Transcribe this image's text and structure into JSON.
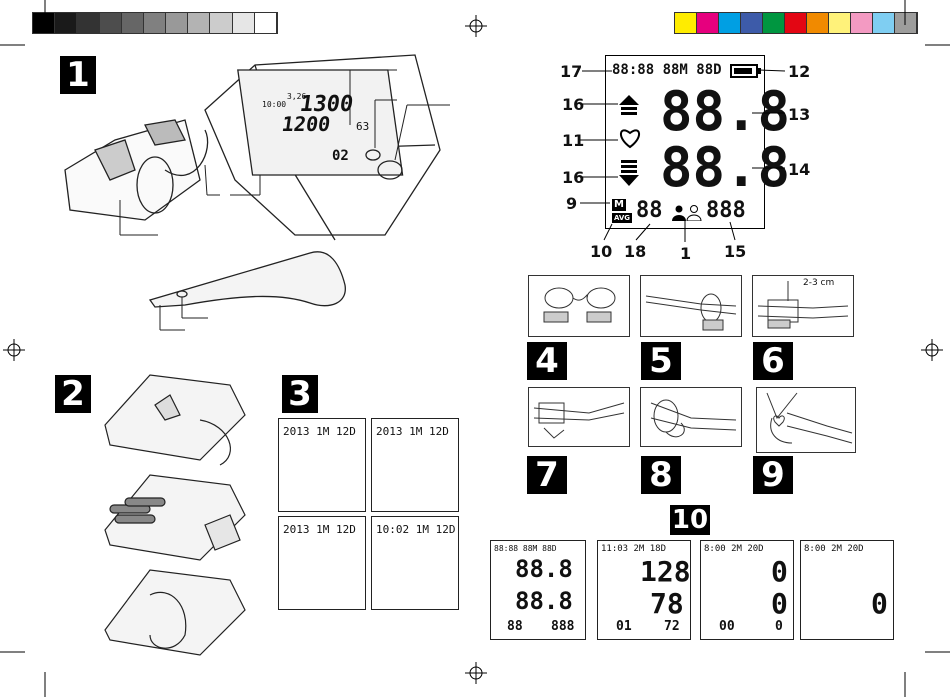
{
  "color_bar_left": [
    "#000000",
    "#1a1a1a",
    "#333333",
    "#4d4d4d",
    "#666666",
    "#808080",
    "#999999",
    "#b3b3b3",
    "#cccccc",
    "#e6e6e6",
    "#ffffff"
  ],
  "color_bar_right": [
    "#ffec00",
    "#e6007e",
    "#009fe3",
    "#3d5ba9",
    "#009640",
    "#e30613",
    "#f18a00",
    "#fff27a",
    "#f39ac2",
    "#7fcef2",
    "#9d9d9c"
  ],
  "steps": {
    "s1": "1",
    "s2": "2",
    "s3": "3",
    "s4": "4",
    "s5": "5",
    "s6": "6",
    "s7": "7",
    "s8": "8",
    "s9": "9",
    "s10": "10"
  },
  "device_display": {
    "top": "1300",
    "mid": "1200",
    "side": "63",
    "small": "02",
    "left_label": "10:00",
    "top_small": "3,26"
  },
  "callouts": {
    "c17": "17",
    "c12": "12",
    "c16a": "16",
    "c13": "13",
    "c11": "11",
    "c16b": "16",
    "c14": "14",
    "c9": "9",
    "c10": "10",
    "c18": "18",
    "c1": "1",
    "c15": "15"
  },
  "lcd_main": {
    "time": "88:88 88M 88D",
    "sys": "88.8",
    "dia": "88.8",
    "mem": "88",
    "pulse": "888",
    "m": "M",
    "avg": "AVG"
  },
  "step6_measure": "2-3 cm",
  "setup_screens": [
    {
      "text": "2013 1M 12D"
    },
    {
      "text": "2013 1M 12D"
    },
    {
      "text": "2013 1M 12D"
    },
    {
      "text": "10:02 1M 12D"
    }
  ],
  "screens10": [
    {
      "top": "88:88 88M 88D",
      "a": "88.8",
      "b": "88.8",
      "left": "88",
      "right": "888"
    },
    {
      "top": "11:03 2M 18D",
      "a": "128",
      "b": "78",
      "left": "01",
      "right": "72"
    },
    {
      "top": "8:00 2M 20D",
      "a": "0",
      "b": "0",
      "left": "00",
      "right": "0"
    },
    {
      "top": "8:00 2M 20D",
      "a": "",
      "b": "0",
      "left": "",
      "right": ""
    }
  ]
}
